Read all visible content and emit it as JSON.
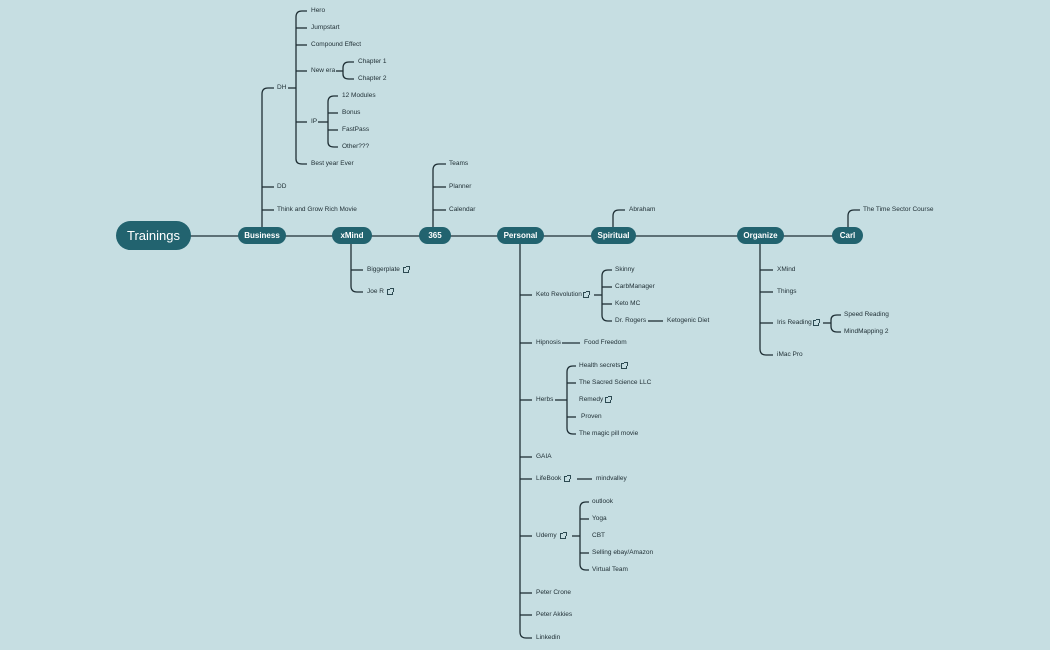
{
  "mindmap": {
    "root": "Trainings",
    "main_nodes": [
      "Business",
      "xMind",
      "365",
      "Personal",
      "Spiritual",
      "Organize",
      "Carl"
    ],
    "business": {
      "dh": "DH",
      "dh_items": [
        "Hero",
        "Jumpstart",
        "Compound Effect",
        "New era",
        "IP",
        "Best year Ever"
      ],
      "new_era_items": [
        "Chapter 1",
        "Chapter 2"
      ],
      "ip_items": [
        "12 Modules",
        "Bonus",
        "FastPass",
        "Other???"
      ],
      "other_items": [
        "DD",
        "Think and Grow Rich Movie"
      ]
    },
    "xmind": {
      "items": [
        "Biggerplate",
        "Joe R"
      ]
    },
    "n365": {
      "items": [
        "Teams",
        "Planner",
        "Calendar"
      ]
    },
    "personal": {
      "items": [
        "Keto Revolution",
        "Hipnosis",
        "Herbs",
        "GAIA",
        "LifeBook",
        "Udemy",
        "Peter Crone",
        "Peter Akkies",
        "Linkedin"
      ],
      "keto_items": [
        "Skinny",
        "CarbManager",
        "Keto MC",
        "Dr. Rogers"
      ],
      "dr_rogers_item": "Ketogenic Diet",
      "hipnosis_item": "Food Freedom",
      "herbs_items": [
        "Health secrets",
        "The Sacred Science LLC",
        "Remedy",
        "Proven",
        "The magic pill movie"
      ],
      "lifebook_item": "mindvalley",
      "udemy_items": [
        "outlook",
        "Yoga",
        "CBT",
        "Selling ebay/Amazon",
        "Virtual Team"
      ]
    },
    "spiritual": {
      "items": [
        "Abraham"
      ]
    },
    "organize": {
      "items": [
        "XMind",
        "Things",
        "Iris Reading",
        "iMac Pro"
      ],
      "iris_items": [
        "Speed Reading",
        "MindMapping 2"
      ]
    },
    "carl": {
      "items": [
        "The Time Sector Course"
      ]
    }
  },
  "colors": {
    "background": "#c6dee2",
    "node_fill": "#22636f",
    "connector": "#1f2f35",
    "text": "#1e2d33"
  },
  "icons": [
    "external-link-icon"
  ]
}
